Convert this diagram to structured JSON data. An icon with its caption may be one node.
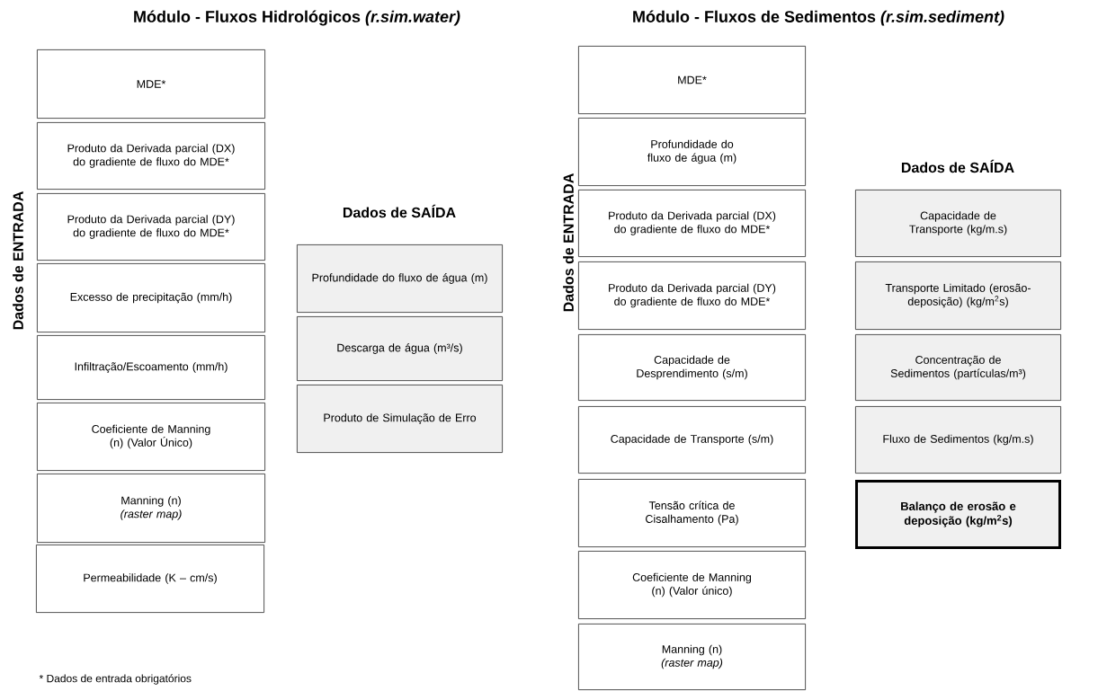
{
  "diagram": {
    "nodes": [
      {
        "text": [
          "MDE*"
        ]
      },
      {
        "text": [
          "Produto da Derivada parcial (DX) do gradiente de fluxo do MDE*"
        ]
      },
      {
        "text": [
          "Produto da Derivada parcial (DY) do gradiente de fluxo do MDE*"
        ]
      },
      {
        "text": [
          "Excesso de precipitação (mm/h)"
        ]
      },
      {
        "text": [
          "Infiltração/Escoamento (mm/h)"
        ]
      },
      {
        "text": [
          "Coeficiente de Manning (n) (Valor Único)"
        ]
      },
      {
        "text": [
          "Manning (n)",
          "(raster map)"
        ]
      },
      {
        "text": [
          "Permeabilidade (K – cm/s)"
        ]
      },
      {
        "text": [
          "Profundidade do fluxo de água (m)"
        ]
      },
      {
        "text": [
          "Descarga de água (m³/s)"
        ]
      },
      {
        "text": [
          "Produto de Simulação de Erro"
        ]
      },
      {
        "text": [
          "MDE*"
        ]
      },
      {
        "text": [
          "Profundidade do fluxo de água (m)"
        ]
      },
      {
        "text": [
          "Produto da Derivada parcial (DX) do gradiente de fluxo do MDE*"
        ]
      },
      {
        "text": [
          "Produto da Derivada parcial (DY) do gradiente de fluxo do MDE*"
        ]
      },
      {
        "text": [
          "Capacidade de Desprendimento (s/m)"
        ]
      },
      {
        "text": [
          "Capacidade de Transporte (s/m)"
        ]
      },
      {
        "text": [
          "Tensão crítica de Cisalhamento (Pa)"
        ]
      },
      {
        "text": [
          "Coeficiente de Manning (n) (Valor único)"
        ]
      },
      {
        "text": [
          "Manning (n)",
          "(raster map)"
        ]
      },
      {
        "text": [
          "Capacidade de Transporte (kg/m.s)"
        ]
      },
      {
        "text": [
          "Transporte Limitado (erosão-deposição) (kg/m$^{2}$s)"
        ]
      },
      {
        "text": [
          "Concentração de Sedimentos (partículas/m³)"
        ]
      },
      {
        "text": [
          "Fluxo de Sedimentos (kg/m.s)"
        ]
      },
      {
        "text": [
          "Balanço de erosão e deposição (kg/m$^{2}$s)"
        ]
      }
    ],
    "labels": [
      "Módulo -  Fluxos Hidrológicos *(r.sim.water)*",
      "Módulo - Fluxos de Sedimentos *(r.sim.sediment)*",
      "Dados de ENTRADA",
      "Dados de SAÍDA",
      "Dados de ENTRADA",
      "Dados de SAÍDA",
      "* Dados de entrada obrigatórios"
    ]
  }
}
